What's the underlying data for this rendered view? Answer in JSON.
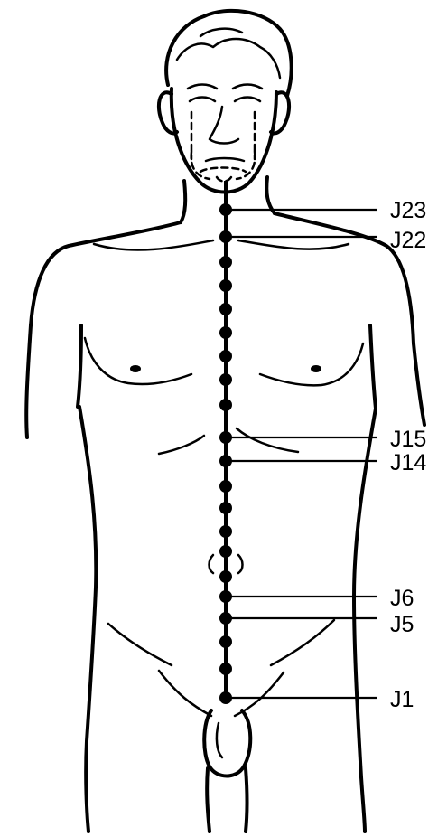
{
  "points": [
    {
      "id": "J23",
      "label": "J23"
    },
    {
      "id": "J22",
      "label": "J22"
    },
    {
      "id": "J15",
      "label": "J15"
    },
    {
      "id": "J14",
      "label": "J14"
    },
    {
      "id": "J6",
      "label": "J6"
    },
    {
      "id": "J5",
      "label": "J5"
    },
    {
      "id": "J1",
      "label": "J1"
    }
  ],
  "colors": {
    "ink": "#000000",
    "background": "#ffffff"
  }
}
